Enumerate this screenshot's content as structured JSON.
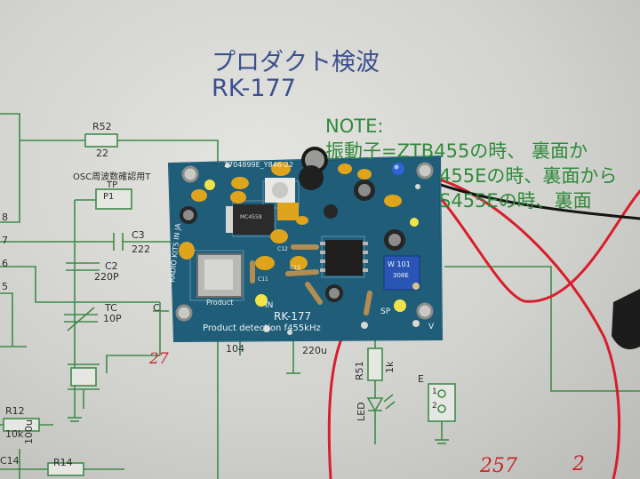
{
  "sheet": {
    "title_line1": "プロダクト検波",
    "title_line2": "RK-177",
    "note_heading": "NOTE:",
    "note_line1": "振動子=ZTB455の時、 裏面か",
    "note_line2": "455Eの時、裏面から",
    "note_line3": "S455Eの時、裏面"
  },
  "schematic_labels": {
    "r52_ref": "R52",
    "r52_val": "22",
    "osc_note": "OSC周波数確認用T",
    "tp": "TP",
    "tp_pin": "P1",
    "c3_ref": "C3",
    "c3_val": "222",
    "c2_ref": "C2",
    "c2_val": "220P",
    "tc_ref": "TC",
    "tc_val": "10P",
    "c_partial": "C",
    "cap_104": "104",
    "cap_220u": "220u",
    "r51_ref": "R51",
    "r51_val": "1k",
    "led": "LED",
    "e_label": "E",
    "e_pin1": "1",
    "e_pin2": "2",
    "r12_ref": "R12",
    "r12_val": "10k",
    "c14_ref": "C14",
    "c14_val": "100u",
    "r14_ref": "R14",
    "edge_nums": [
      "8",
      "7",
      "6",
      "5"
    ]
  },
  "handwriting": {
    "note1": "27",
    "note2": "257",
    "note3": "2"
  },
  "board": {
    "model": "RK-177",
    "subtitle": "Product detection f455kHz",
    "side_text": "RADIO KITS IN JA",
    "serial": "2704899E_Y846-22",
    "pad_in": "IN",
    "pad_sp": "SP",
    "pad_v": "V",
    "ic1_text": "MC4558",
    "trimmer_text": "W 101",
    "trimmer_code": "308E",
    "xtal_label": "Product",
    "parts": [
      "C12",
      "C13",
      "C11"
    ]
  },
  "colors": {
    "pcb": "#1f5d78",
    "ink_blue": "#3c4f8e",
    "note_green": "#2f8a3a",
    "wire_red": "#d81e2c",
    "cap_yellow": "#e0a41c"
  }
}
